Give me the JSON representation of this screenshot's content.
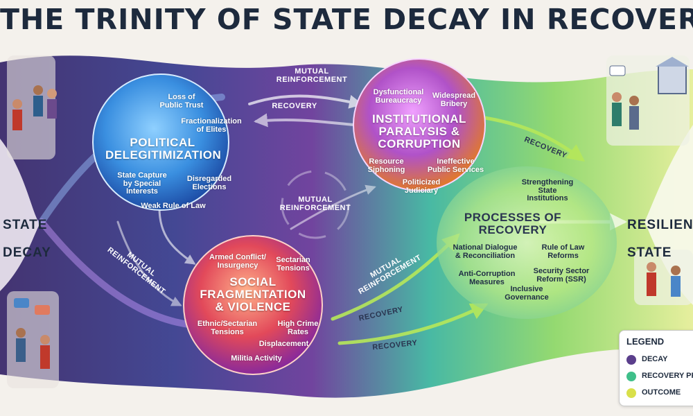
{
  "title": "THE TRINITY OF STATE DECAY IN RECOVERY",
  "left_side": {
    "line1": "STATE",
    "line2": "DECAY"
  },
  "right_side": {
    "line1": "RESILIENT",
    "line2": "STATE"
  },
  "political": {
    "heading": "POLITICAL\nDELEGITIMIZATION",
    "items": [
      "Loss of\nPublic Trust",
      "Fractionalization\nof Elites",
      "State Capture\nby Special\nInterests",
      "Disregarded\nElections",
      "Weak Rule of Law"
    ]
  },
  "institutional": {
    "heading": "INSTITUTIONAL\nPARALYSIS &\nCORRUPTION",
    "items": [
      "Dysfunctional\nBureaucracy",
      "Widespread\nBribery",
      "Resource\nSiphoning",
      "Ineffective\nPublic Services",
      "Politicized\nJudiciary"
    ]
  },
  "social": {
    "heading": "SOCIAL\nFRAGMENTATION\n& VIOLENCE",
    "items": [
      "Armed Conflict/\nInsurgency",
      "Sectarian\nTensions",
      "Ethnic/Sectarian\nTensions",
      "High Crime\nRates",
      "Displacement",
      "Militia Activity"
    ]
  },
  "recovery": {
    "heading": "PROCESSES OF\nRECOVERY",
    "items": [
      "Strengthening\nState\nInstitutions",
      "National Dialogue\n& Reconciliation",
      "Rule of Law\nReforms",
      "Anti-Corruption\nMeasures",
      "Security Sector\nReform (SSR)",
      "Inclusive\nGovernance"
    ]
  },
  "flows": {
    "mutual_top": "MUTUAL\nREINFORCEMENT",
    "mutual_center": "MUTUAL\nREINFORCEMENT",
    "mutual_left": "MUTUAL\nREINFORCEMENT",
    "mutual_right": "MUTUAL\nREINFORCEMENT",
    "recovery_top": "RECOVERY",
    "recovery_right": "RECOVERY",
    "recovery_mid": "RECOVERY",
    "recovery_bottom": "RECOVERY"
  },
  "legend": {
    "title": "LEGEND",
    "items": [
      {
        "label": "DECAY",
        "color": "#5b3f8c"
      },
      {
        "label": "RECOVERY PROCESS",
        "color": "#3fbf8a"
      },
      {
        "label": "OUTCOME",
        "color": "#d9e04a"
      }
    ]
  },
  "colors": {
    "political": "#2f7fd6",
    "institutional": "#8a3ca8",
    "social": "#d9365b",
    "recovery": "#7ccf5a",
    "title": "#1d2a3d"
  }
}
